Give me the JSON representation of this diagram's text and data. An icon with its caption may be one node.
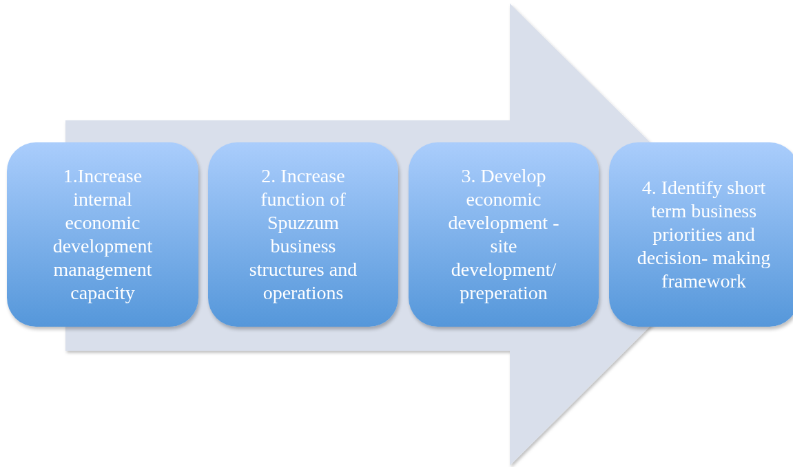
{
  "diagram": {
    "nodes": [
      {
        "text": [
          "1.Increase internal economic development management capacity"
        ]
      },
      {
        "text": [
          "2. Increase function of Spuzzum business structures and operations"
        ]
      },
      {
        "text": [
          "3. Develop economic development - site development/ preperation"
        ]
      },
      {
        "text": [
          "4. Identify short term business priorities and decision- making framework"
        ]
      }
    ],
    "edges": [
      {
        "from": 0,
        "to": 3,
        "arrow": "to"
      }
    ]
  }
}
